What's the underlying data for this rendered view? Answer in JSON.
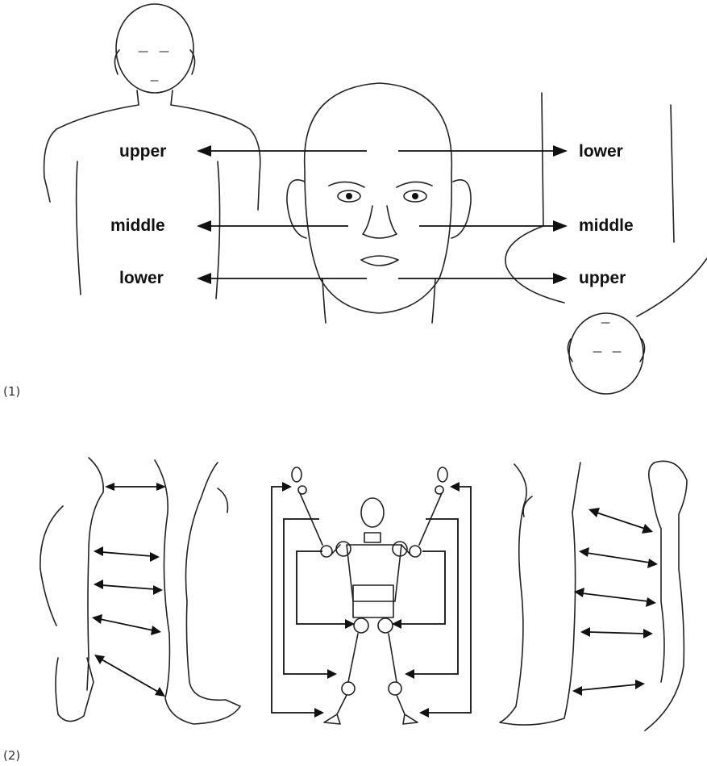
{
  "panel1": {
    "caption": "(1)",
    "left_labels": {
      "upper": "upper",
      "middle": "middle",
      "lower": "lower"
    },
    "right_labels": {
      "lower": "lower",
      "middle": "middle",
      "upper": "upper"
    }
  },
  "panel2": {
    "caption": "(2)"
  }
}
